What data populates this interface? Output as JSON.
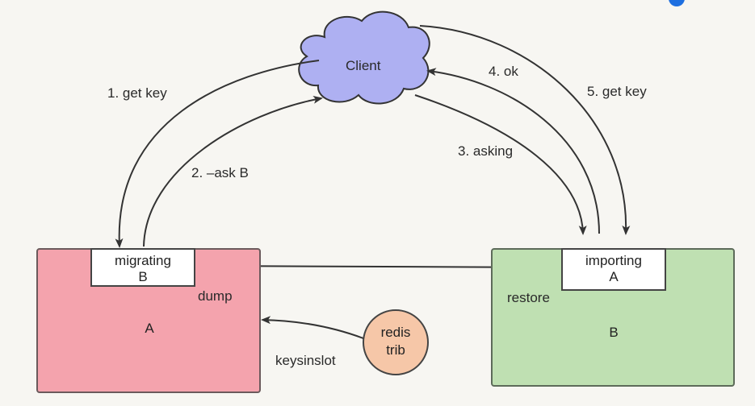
{
  "client": {
    "label": "Client"
  },
  "node_a": {
    "label": "A",
    "inner_line1": "migrating",
    "inner_line2": "B",
    "dump_label": "dump"
  },
  "node_b": {
    "label": "B",
    "inner_line1": "importing",
    "inner_line2": "A",
    "restore_label": "restore"
  },
  "redis_trib": {
    "line1": "redis",
    "line2": "trib"
  },
  "edges": {
    "get_key": "1. get key",
    "ask_b": "2. –ask B",
    "asking": "3. asking",
    "ok": "4. ok",
    "get_key_5": "5. get key",
    "keysinslot": "keysinslot"
  },
  "colors": {
    "client_fill": "#aeb0f2",
    "node_a_fill": "#f4a3ad",
    "node_b_fill": "#bfe0b2",
    "redis_trib_fill": "#f6c7a8"
  }
}
